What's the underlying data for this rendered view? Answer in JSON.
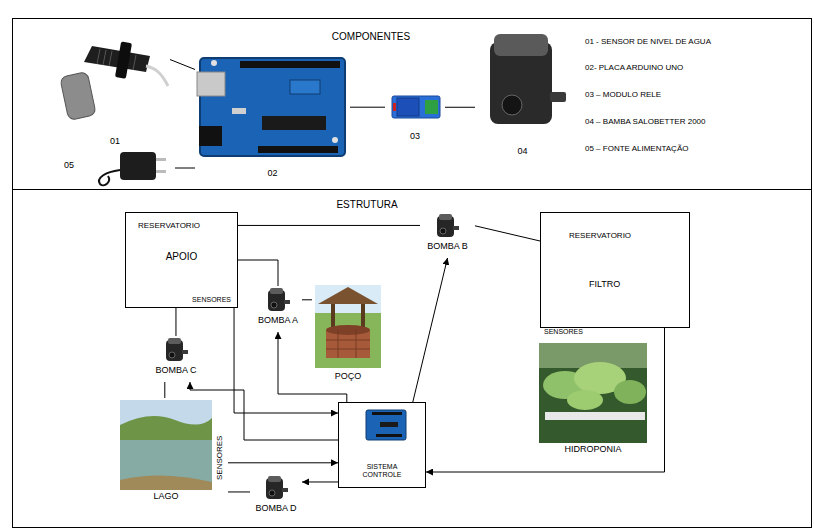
{
  "diagram": {
    "nodes": [
      {
        "text": [
          "COMPONENTES"
        ]
      },
      {
        "text": [
          "01"
        ],
        "in": 0
      },
      {
        "text": [
          "02"
        ],
        "in": 0
      },
      {
        "text": [
          "03"
        ],
        "in": 0
      },
      {
        "text": [
          "04"
        ],
        "in": 0
      },
      {
        "text": [
          "05"
        ],
        "in": 0
      },
      {
        "text": [
          "ESTRUTURA"
        ]
      },
      {
        "text": [
          "RESERVATORIO",
          "APOIO",
          "SENSORES"
        ],
        "in": 6
      },
      {
        "text": [
          "BOMBA B"
        ],
        "in": 6
      },
      {
        "text": [
          "RESERVATORIO",
          "FILTRO",
          "SENSORES"
        ],
        "in": 6
      },
      {
        "text": [
          "BOMBA A"
        ],
        "in": 6
      },
      {
        "text": [
          "POÇO"
        ],
        "in": 6
      },
      {
        "text": [
          "HIDROPONIA"
        ],
        "in": 6
      },
      {
        "text": [
          "BOMBA C"
        ],
        "in": 6
      },
      {
        "text": [
          "LAGO",
          "SENSORES"
        ],
        "in": 6
      },
      {
        "text": [
          "SISTEMA CONTROLE"
        ],
        "in": 6
      },
      {
        "text": [
          "BOMBA D"
        ],
        "in": 6
      }
    ],
    "edges": [
      {
        "from": 1,
        "to": 2,
        "arrow": "none"
      },
      {
        "from": 5,
        "to": 2,
        "arrow": "none"
      },
      {
        "from": 2,
        "to": 3,
        "arrow": "none"
      },
      {
        "from": 3,
        "to": 4,
        "arrow": "none"
      },
      {
        "from": 7,
        "to": 8,
        "arrow": "none"
      },
      {
        "from": 8,
        "to": 9,
        "arrow": "none"
      },
      {
        "from": 7,
        "to": 10,
        "arrow": "none"
      },
      {
        "from": 10,
        "to": 11,
        "arrow": "none"
      },
      {
        "from": 7,
        "to": 13,
        "arrow": "none"
      },
      {
        "from": 13,
        "to": 14,
        "arrow": "none"
      },
      {
        "from": 14,
        "to": 16,
        "arrow": "none"
      },
      {
        "from": 7,
        "to": 15,
        "arrow": "to"
      },
      {
        "from": 14,
        "to": 15,
        "arrow": "to"
      },
      {
        "from": 9,
        "to": 15,
        "arrow": "to"
      },
      {
        "from": 15,
        "to": 10,
        "arrow": "to"
      },
      {
        "from": 15,
        "to": 8,
        "arrow": "to"
      },
      {
        "from": 15,
        "to": 13,
        "arrow": "to"
      },
      {
        "from": 15,
        "to": 16,
        "arrow": "to"
      }
    ],
    "labels": [
      "01 - SENSOR DE NIVEL DE AGUA",
      "02- PLACA ARDUINO UNO",
      "03 – MODULO RELE",
      "04 – BAMBA SALOBETTER 2000",
      "05 – FONTE ALIMENTAÇÃO"
    ]
  }
}
